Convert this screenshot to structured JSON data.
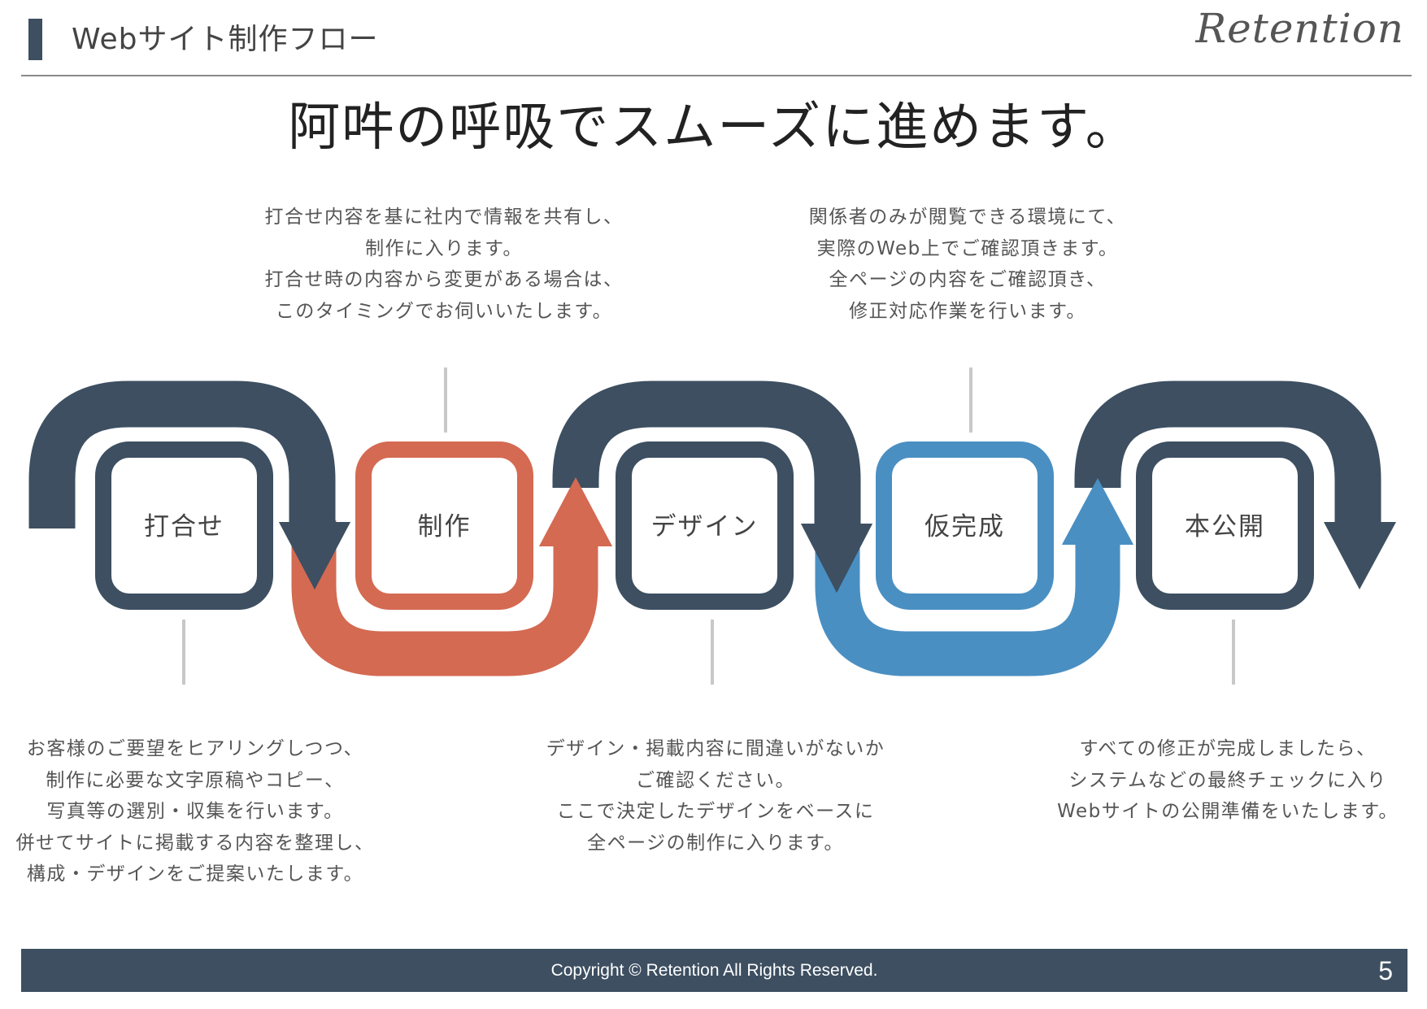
{
  "header": {
    "title": "Webサイト制作フロー",
    "brand": "Retention"
  },
  "headline": "阿吽の呼吸でスムーズに進めます。",
  "colors": {
    "dark": "#3D4F61",
    "orange": "#D46A52",
    "blue": "#4A8FC2",
    "connector": "#C8C8C8"
  },
  "steps": [
    {
      "label": "打合せ",
      "color": "dark",
      "description": [
        "お客様のご要望をヒアリングしつつ、",
        "制作に必要な文字原稿やコピー、",
        "写真等の選別・収集を行います。",
        "併せてサイトに掲載する内容を整理し、",
        "構成・デザインをご提案いたします。"
      ]
    },
    {
      "label": "制作",
      "color": "orange",
      "description": [
        "打合せ内容を基に社内で情報を共有し、",
        "制作に入ります。",
        "打合せ時の内容から変更がある場合は、",
        "このタイミングでお伺いいたします。"
      ]
    },
    {
      "label": "デザイン",
      "color": "dark",
      "description": [
        "デザイン・掲載内容に間違いがないか",
        "ご確認ください。",
        "ここで決定したデザインをベースに",
        "全ページの制作に入ります。"
      ]
    },
    {
      "label": "仮完成",
      "color": "blue",
      "description": [
        "関係者のみが閲覧できる環境にて、",
        "実際のWeb上でご確認頂きます。",
        "全ページの内容をご確認頂き、",
        "修正対応作業を行います。"
      ]
    },
    {
      "label": "本公開",
      "color": "dark",
      "description": [
        "すべての修正が完成しましたら、",
        "システムなどの最終チェックに入り",
        "Webサイトの公開準備をいたします。"
      ]
    }
  ],
  "footer": {
    "copyright": "Copyright © Retention All Rights Reserved.",
    "page_number": "5"
  }
}
